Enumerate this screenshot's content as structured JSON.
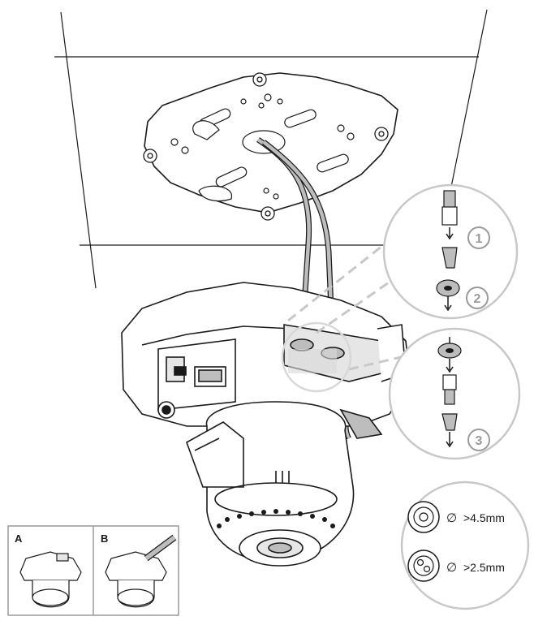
{
  "steps": {
    "step1": "1",
    "step2": "2",
    "step3": "3"
  },
  "panels": {
    "a_label": "A",
    "b_label": "B"
  },
  "grommet_legend": {
    "diameter_symbol": "∅",
    "large_hole": ">4.5mm",
    "small_holes": ">2.5mm"
  },
  "colors": {
    "line": "#1a1a1a",
    "gray_fill": "#bdbdbd",
    "light_fill": "#e6e6e6",
    "circle_stroke": "#c8c8c8",
    "step_circle": "#9a9a9a"
  }
}
